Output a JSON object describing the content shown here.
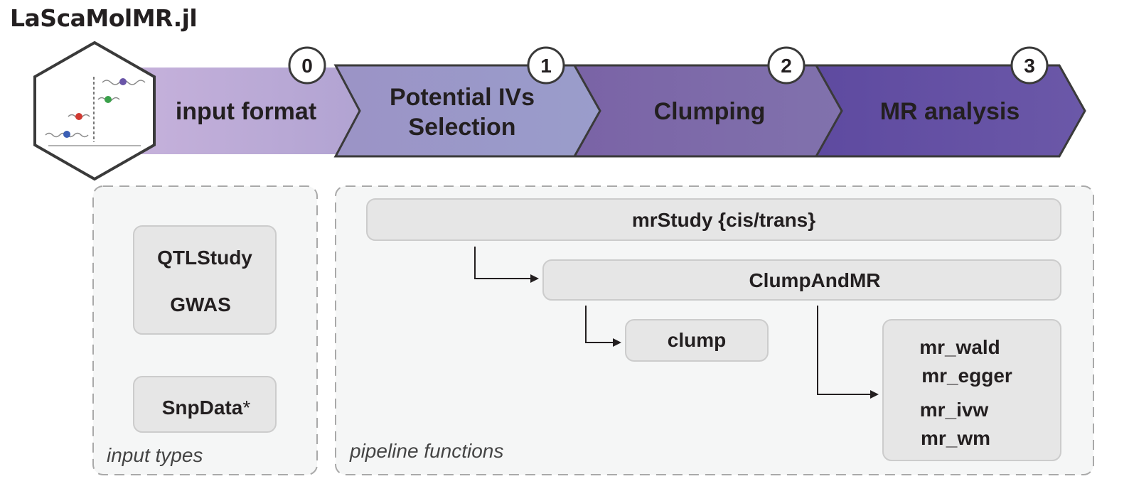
{
  "title": "LaScaMolMR.jl",
  "steps": [
    {
      "number": "0",
      "lines": [
        "input format"
      ],
      "color": "#b8a5d4"
    },
    {
      "number": "1",
      "lines": [
        "Potential IVs",
        "Selection"
      ],
      "color": "#9d9ec9"
    },
    {
      "number": "2",
      "lines": [
        "Clumping"
      ],
      "color": "#7b6aa9"
    },
    {
      "number": "3",
      "lines": [
        "MR analysis"
      ],
      "color": "#6754a3"
    }
  ],
  "input_panel": {
    "label": "input types",
    "box1": [
      "QTLStudy",
      "GWAS"
    ],
    "box2": {
      "main": "SnpData",
      "suffix": "*"
    }
  },
  "pipeline_panel": {
    "label": "pipeline functions",
    "mrstudy": "mrStudy {cis/trans}",
    "clumpandmr": "ClumpAndMR",
    "clump": "clump",
    "mr_methods": [
      "mr_wald",
      "mr_egger",
      "mr_ivw",
      "mr_wm"
    ]
  }
}
